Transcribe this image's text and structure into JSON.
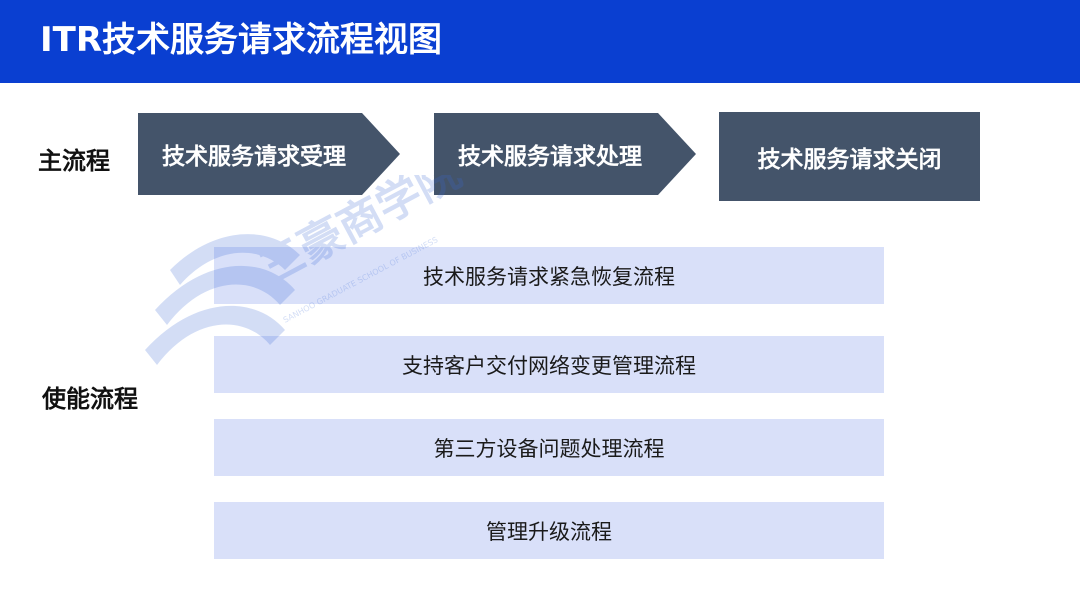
{
  "header": {
    "title": "ITR技术服务请求流程视图"
  },
  "labels": {
    "main": "主流程",
    "enable": "使能流程"
  },
  "main_steps": [
    {
      "label": "技术服务请求受理"
    },
    {
      "label": "技术服务请求处理"
    },
    {
      "label": "技术服务请求关闭"
    }
  ],
  "enable_processes": [
    {
      "label": "技术服务请求紧急恢复流程"
    },
    {
      "label": "支持客户交付网络变更管理流程"
    },
    {
      "label": "第三方设备问题处理流程"
    },
    {
      "label": "管理升级流程"
    }
  ],
  "watermark": {
    "text": "三豪商学院",
    "subtext": "SANHOO GRADUATE SCHOOL OF BUSINESS",
    "color": "#3a6ad6"
  },
  "colors": {
    "header": "#0a3fd1",
    "step": "#44546a",
    "box": "#d9e0f9"
  }
}
